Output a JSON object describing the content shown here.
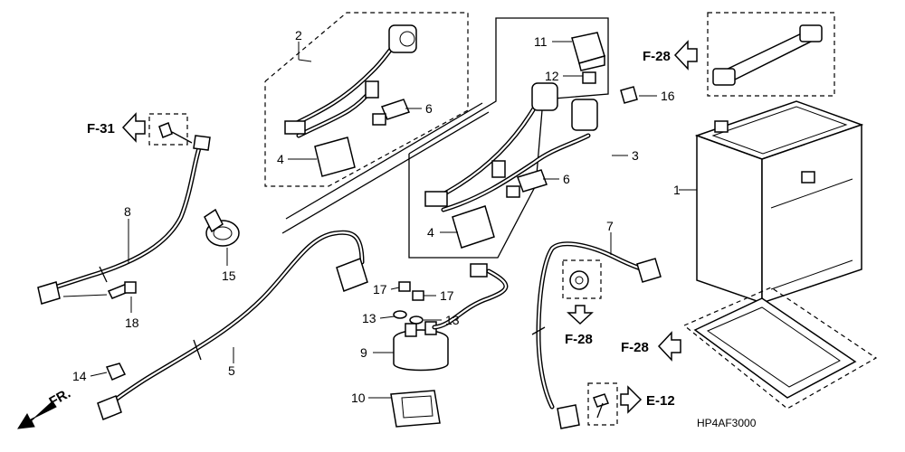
{
  "callouts": {
    "c1": "1",
    "c2": "2",
    "c3": "3",
    "c4a": "4",
    "c4b": "4",
    "c5": "5",
    "c6a": "6",
    "c6b": "6",
    "c7": "7",
    "c8": "8",
    "c9": "9",
    "c10": "10",
    "c11": "11",
    "c12": "12",
    "c13a": "13",
    "c13b": "13",
    "c14": "14",
    "c15": "15",
    "c16": "16",
    "c17a": "17",
    "c17b": "17",
    "c18": "18"
  },
  "references": {
    "f28_strap": "F-28",
    "f31": "F-31",
    "f28_clamp": "F-28",
    "f28_tray": "F-28",
    "e12": "E-12"
  },
  "direction_label": "FR.",
  "drawing_code": "HP4AF3000"
}
